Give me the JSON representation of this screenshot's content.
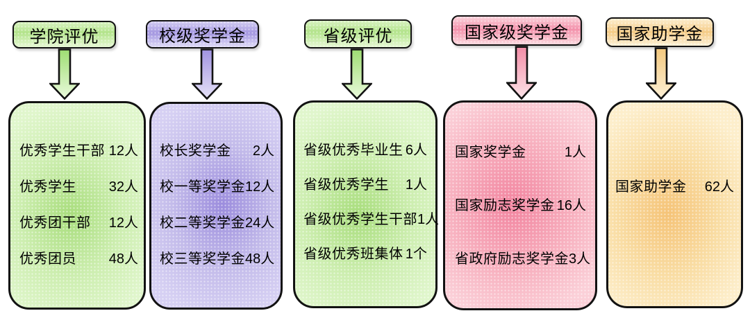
{
  "columns": [
    {
      "header": "学院评优",
      "theme": "green",
      "theme_color": "#a8dd7c",
      "items": [
        {
          "label": "优秀学生干部",
          "value": "12人"
        },
        {
          "label": "优秀学生",
          "value": "32人"
        },
        {
          "label": "优秀团干部",
          "value": "12人"
        },
        {
          "label": "优秀团员",
          "value": "48人"
        }
      ]
    },
    {
      "header": "校级奖学金",
      "theme": "purple",
      "theme_color": "#a396e0",
      "items": [
        {
          "label": "校长奖学金",
          "value": "2人"
        },
        {
          "label": "校一等奖学金",
          "value": "12人"
        },
        {
          "label": "校二等奖学金",
          "value": "24人"
        },
        {
          "label": "校三等奖学金",
          "value": "48人"
        }
      ]
    },
    {
      "header": "省级评优",
      "theme": "green",
      "theme_color": "#a8dd7c",
      "items": [
        {
          "label": "省级优秀毕业生",
          "value": "6人"
        },
        {
          "label": "省级优秀学生",
          "value": "1人"
        },
        {
          "label": "省级优秀学生干部",
          "value": "1人"
        },
        {
          "label": "省级优秀班集体",
          "value": "1个"
        }
      ]
    },
    {
      "header": "国家级奖学金",
      "theme": "pink",
      "theme_color": "#f390aa",
      "items": [
        {
          "label": "国家奖学金",
          "value": "1人"
        },
        {
          "label": "国家励志奖学金",
          "value": "16人"
        },
        {
          "label": "省政府励志奖学金",
          "value": "3人"
        }
      ]
    },
    {
      "header": "国家助学金",
      "theme": "gold",
      "theme_color": "#f5cb85",
      "items": [
        {
          "label": "国家助学金",
          "value": "62人"
        }
      ]
    }
  ]
}
